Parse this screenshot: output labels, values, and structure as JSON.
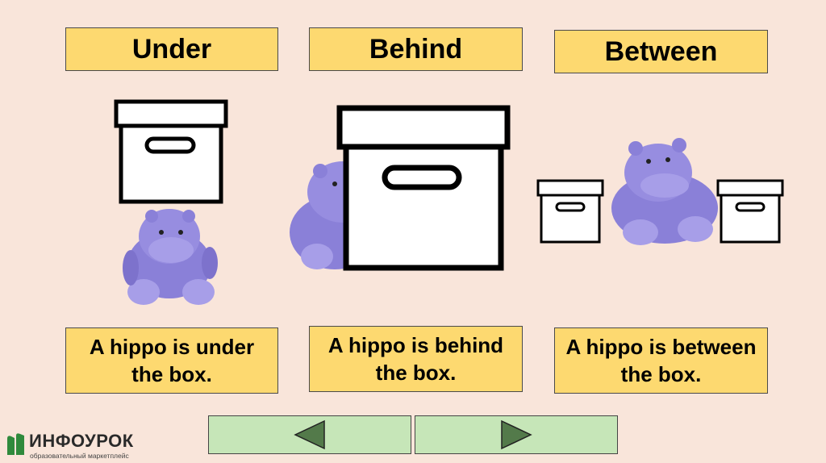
{
  "titles": {
    "under": "Under",
    "behind": "Behind",
    "between": "Between"
  },
  "sentences": {
    "under": "A hippo is under the box.",
    "behind": "A hippo is behind the box.",
    "between": "A hippo is between the box."
  },
  "nav": {
    "prev_icon": "triangle-left-icon",
    "next_icon": "triangle-right-icon"
  },
  "logo": {
    "name": "ИНФОУРОК",
    "tagline": "образовательный маркетплейс"
  },
  "colors": {
    "background": "#f9e5da",
    "label_fill": "#fdd970",
    "nav_fill": "#c6e6b8",
    "nav_arrow": "#537a4a",
    "hippo": "#8a80d8",
    "logo_green": "#2f8a3c"
  }
}
